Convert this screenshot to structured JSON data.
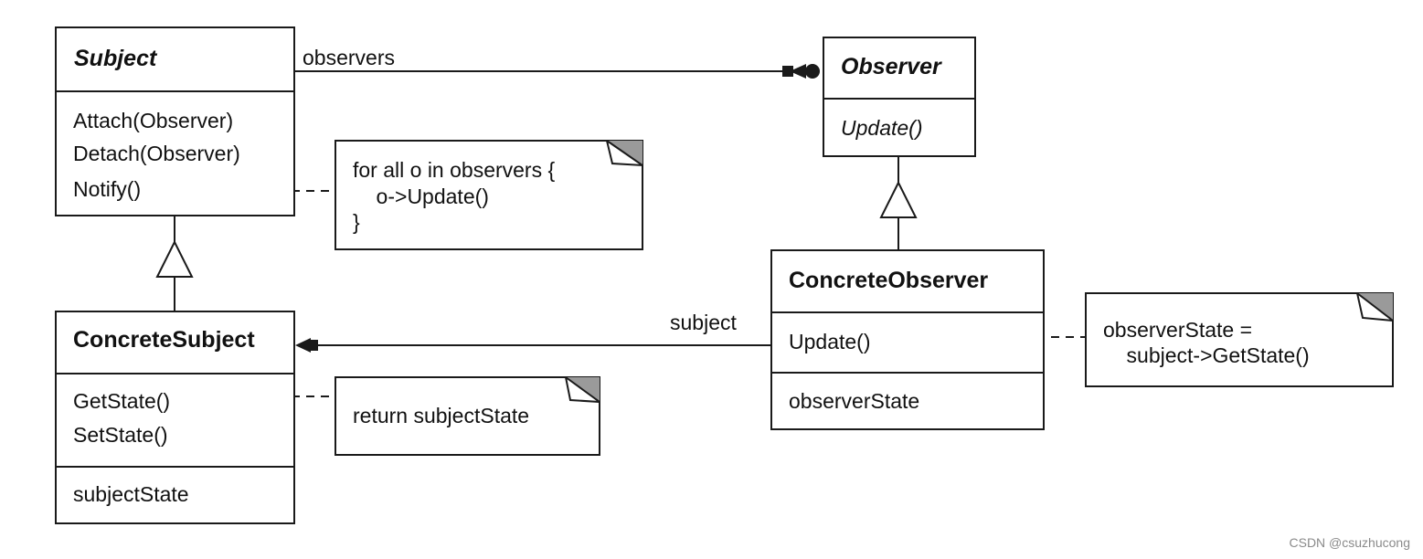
{
  "classes": {
    "subject": {
      "name": "Subject",
      "operations": [
        "Attach(Observer)",
        "Detach(Observer)",
        "Notify()"
      ]
    },
    "observer": {
      "name": "Observer",
      "operations": [
        "Update()"
      ]
    },
    "concrete_subject": {
      "name": "ConcreteSubject",
      "operations": [
        "GetState()",
        "SetState()"
      ],
      "attributes": [
        "subjectState"
      ]
    },
    "concrete_observer": {
      "name": "ConcreteObserver",
      "operations": [
        "Update()"
      ],
      "attributes": [
        "observerState"
      ]
    }
  },
  "notes": {
    "notify": [
      "for all o in observers {",
      "    o->Update()",
      "}"
    ],
    "get_state": [
      "return subjectState"
    ],
    "update": [
      "observerState =",
      "    subject->GetState()"
    ]
  },
  "associations": {
    "observers_label": "observers",
    "subject_label": "subject"
  },
  "credit": "CSDN @csuzhucong"
}
